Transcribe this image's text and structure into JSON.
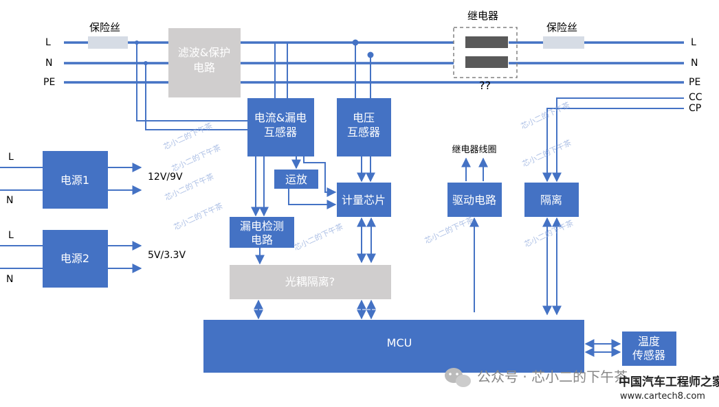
{
  "lines": {
    "left": {
      "L": "L",
      "N": "N",
      "PE": "PE"
    },
    "right": {
      "L": "L",
      "N": "N",
      "PE": "PE",
      "CC": "CC",
      "CP": "CP"
    }
  },
  "components": {
    "fuse_left": "保险丝",
    "fuse_right": "保险丝",
    "relay": "继电器",
    "relay_question": "??",
    "filter_line1": "滤波&保护",
    "filter_line2": "电路",
    "current_sensor_line1": "电流&漏电",
    "current_sensor_line2": "互感器",
    "voltage_sensor_line1": "电压",
    "voltage_sensor_line2": "互感器",
    "op_amp": "运放",
    "metering_chip": "计量芯片",
    "leakage_detect_line1": "漏电检测",
    "leakage_detect_line2": "电路",
    "optocoupler": "光耦隔离?",
    "relay_coil": "继电器线圈",
    "driver": "驱动电路",
    "isolation": "隔离",
    "mcu": "MCU",
    "temp_sensor_line1": "温度",
    "temp_sensor_line2": "传感器"
  },
  "power": {
    "psu1": {
      "label": "电源1",
      "in_L": "L",
      "in_N": "N",
      "output": "12V/9V"
    },
    "psu2": {
      "label": "电源2",
      "in_L": "L",
      "in_N": "N",
      "output": "5V/3.3V"
    }
  },
  "watermark": "芯小二的下午茶",
  "footer": {
    "wechat": "公众号 · 芯小二的下午茶",
    "brand": "中国汽车工程师之家",
    "url": "www.cartech8.com"
  },
  "colors": {
    "accent": "#4472c4",
    "gray_box": "#d0cece",
    "fuse": "#d6dce5",
    "relay": "#595959"
  }
}
